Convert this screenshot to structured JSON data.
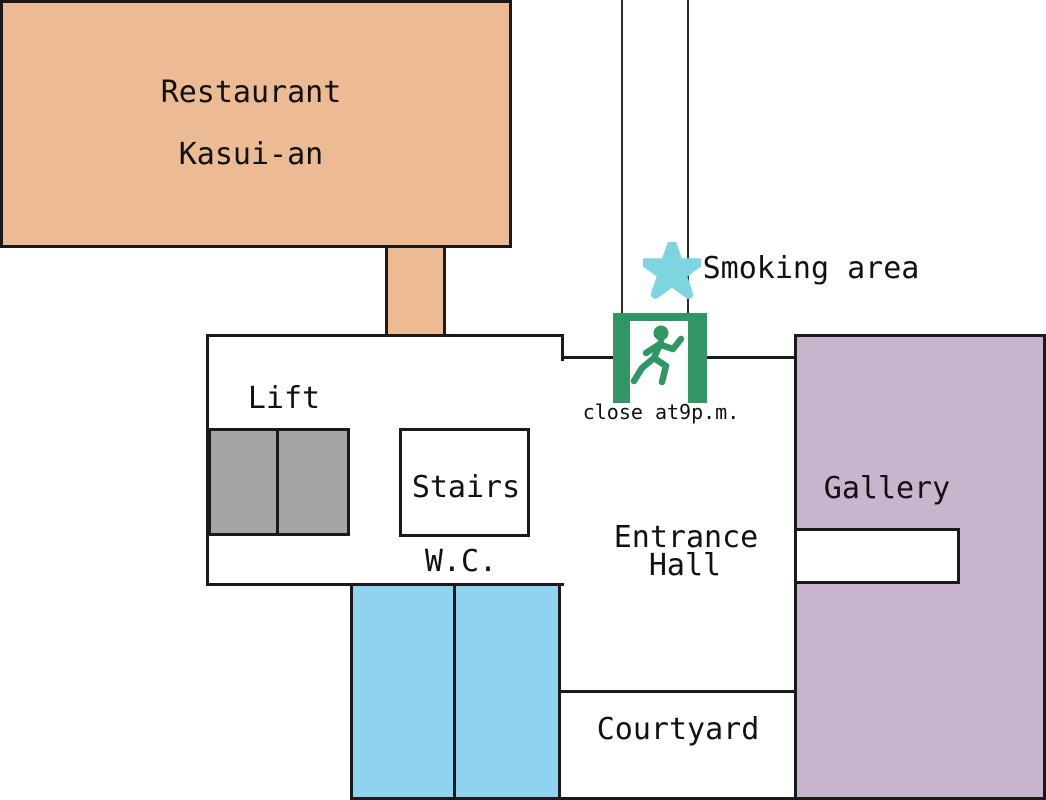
{
  "rooms": {
    "restaurant": {
      "line1": "Restaurant",
      "line2": "Kasui-an",
      "color": "#ECBB94"
    },
    "gallery": {
      "label": "Gallery",
      "color": "#C8B4CD"
    },
    "entrance_hall": {
      "line1": "Entrance",
      "line2": "Hall"
    },
    "courtyard": {
      "label": "Courtyard"
    },
    "wc": {
      "label": "W.C.",
      "color": "#8FD3F0"
    },
    "lift": {
      "label": "Lift",
      "color": "#A5A5A5"
    },
    "stairs": {
      "label": "Stairs"
    }
  },
  "annotations": {
    "smoking_area": {
      "label": "Smoking area",
      "star_color": "#7DD5E0"
    },
    "exit": {
      "note": "close at9p.m.",
      "sign_color": "#2F9664"
    }
  }
}
